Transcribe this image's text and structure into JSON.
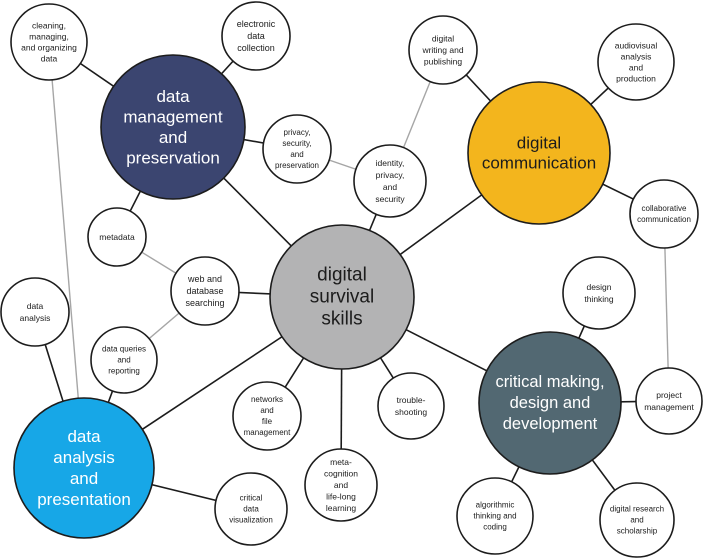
{
  "colors": {
    "background": "#ffffff",
    "center": "#b3b3b4",
    "data_management": "#3b4570",
    "digital_communication": "#f3b51d",
    "critical_making": "#526872",
    "data_analysis": "#17a7e7",
    "small_node": "#ffffff",
    "outline": "#1c1c1c",
    "edge_primary": "#1c1c1c",
    "edge_secondary": "#a6a6a6",
    "text_dark": "#1c1c1c",
    "text_light": "#ffffff"
  },
  "nodes": {
    "center": {
      "lines": [
        "digital",
        "survival",
        "skills"
      ]
    },
    "data_management": {
      "lines": [
        "data",
        "management",
        "and",
        "preservation"
      ]
    },
    "digital_communication": {
      "lines": [
        "digital",
        "communication"
      ]
    },
    "critical_making": {
      "lines": [
        "critical making,",
        "design and",
        "development"
      ]
    },
    "data_analysis": {
      "lines": [
        "data",
        "analysis",
        "and",
        "presentation"
      ]
    },
    "cleaning": {
      "lines": [
        "cleaning,",
        "managing,",
        "and organizing",
        "data"
      ]
    },
    "electronic_data_collection": {
      "lines": [
        "electronic",
        "data",
        "collection"
      ]
    },
    "privacy_preservation": {
      "lines": [
        "privacy,",
        "security,",
        "and",
        "preservation"
      ]
    },
    "metadata": {
      "lines": [
        "metadata"
      ]
    },
    "web_database_searching": {
      "lines": [
        "web and",
        "database",
        "searching"
      ]
    },
    "data_analysis_skill": {
      "lines": [
        "data",
        "analysis"
      ]
    },
    "data_queries": {
      "lines": [
        "data queries",
        "and",
        "reporting"
      ]
    },
    "digital_writing": {
      "lines": [
        "digital",
        "writing and",
        "publishing"
      ]
    },
    "audiovisual": {
      "lines": [
        "audiovisual",
        "analysis",
        "and",
        "production"
      ]
    },
    "identity_privacy": {
      "lines": [
        "identity,",
        "privacy,",
        "and",
        "security"
      ]
    },
    "collaborative_communication": {
      "lines": [
        "collaborative",
        "communication"
      ]
    },
    "design_thinking": {
      "lines": [
        "design",
        "thinking"
      ]
    },
    "project_management": {
      "lines": [
        "project",
        "management"
      ]
    },
    "networks": {
      "lines": [
        "networks",
        "and",
        "file",
        "management"
      ]
    },
    "metacognition": {
      "lines": [
        "meta-",
        "cognition",
        "and",
        "life-long",
        "learning"
      ]
    },
    "troubleshooting": {
      "lines": [
        "trouble-",
        "shooting"
      ]
    },
    "algorithmic": {
      "lines": [
        "algorithmic",
        "thinking and",
        "coding"
      ]
    },
    "digital_research": {
      "lines": [
        "digital research",
        "and",
        "scholarship"
      ]
    },
    "critical_visualization": {
      "lines": [
        "critical",
        "data",
        "visualization"
      ]
    }
  }
}
